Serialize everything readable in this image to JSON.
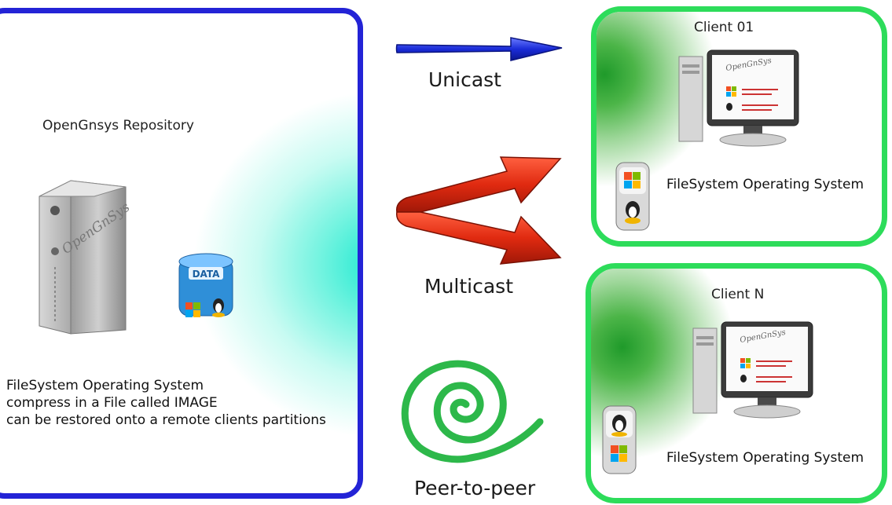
{
  "repository": {
    "title": "OpenGnsys Repository",
    "server_brand": "OpenGnSys",
    "data_label": "DATA",
    "description_lines": [
      "FileSystem Operating System",
      "compress in a File called IMAGE",
      "can be restored onto a remote clients partitions"
    ]
  },
  "transfer_modes": {
    "unicast": "Unicast",
    "multicast": "Multicast",
    "peer_to_peer": "Peer-to-peer"
  },
  "clients": [
    {
      "title": "Client 01",
      "caption": "FileSystem Operating System",
      "screen_brand": "OpenGnSys"
    },
    {
      "title": "Client N",
      "caption": "FileSystem Operating System",
      "screen_brand": "OpenGnSys"
    }
  ],
  "colors": {
    "repo_border": "#2323d6",
    "client_border": "#2ddc5a",
    "unicast_arrow": "#1a2cd8",
    "multicast_arrow": "#e02a10",
    "spiral": "#2db84a"
  }
}
